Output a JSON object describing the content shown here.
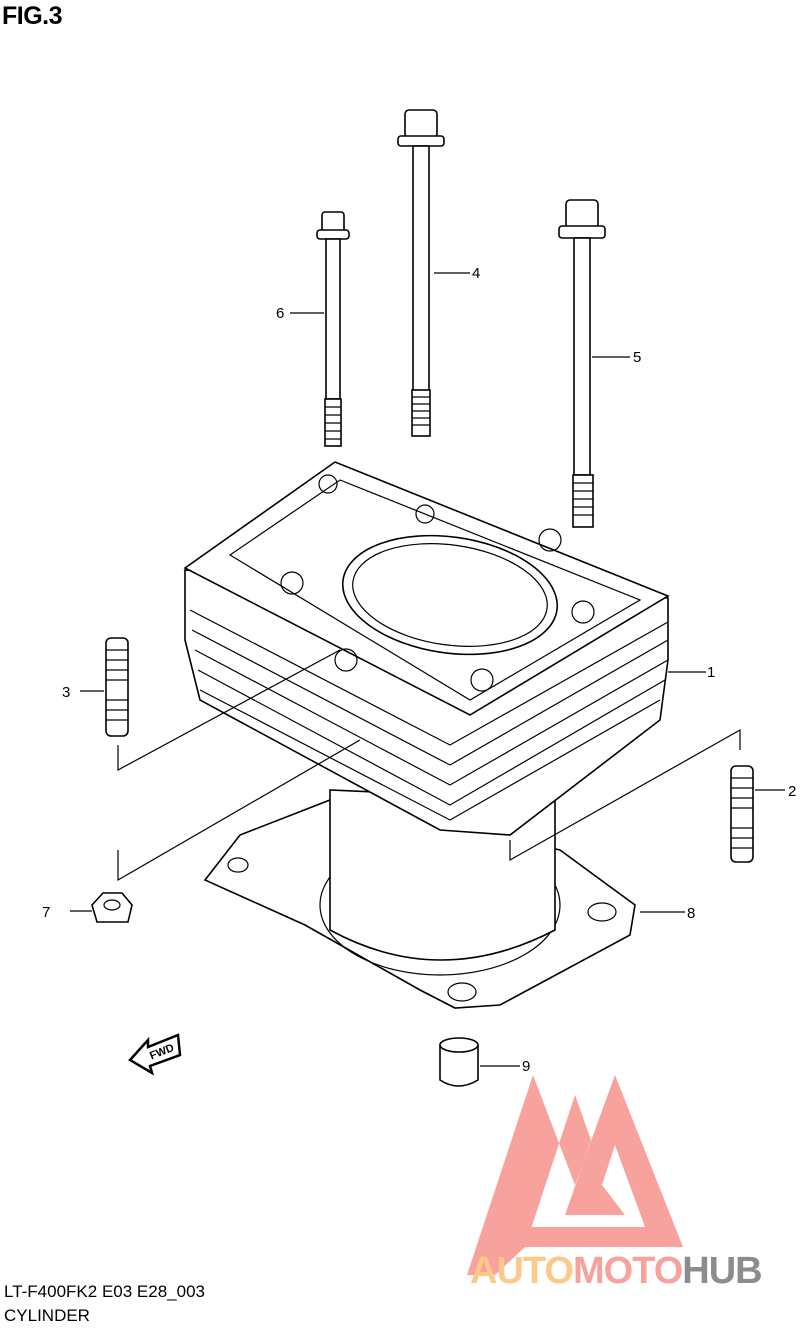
{
  "figure": {
    "title": "FIG.3"
  },
  "callouts": [
    "1",
    "2",
    "3",
    "4",
    "5",
    "6",
    "7",
    "8",
    "9"
  ],
  "forward_marker": "FWD",
  "footer": {
    "model_code": "LT-F400FK2 E03 E28_003",
    "section": "CYLINDER"
  },
  "watermark": {
    "parts": [
      "AUTO",
      "MOTO",
      "HUB"
    ],
    "colors": [
      "#fcc98a",
      "#f8a29d",
      "#8c8c8c"
    ]
  }
}
